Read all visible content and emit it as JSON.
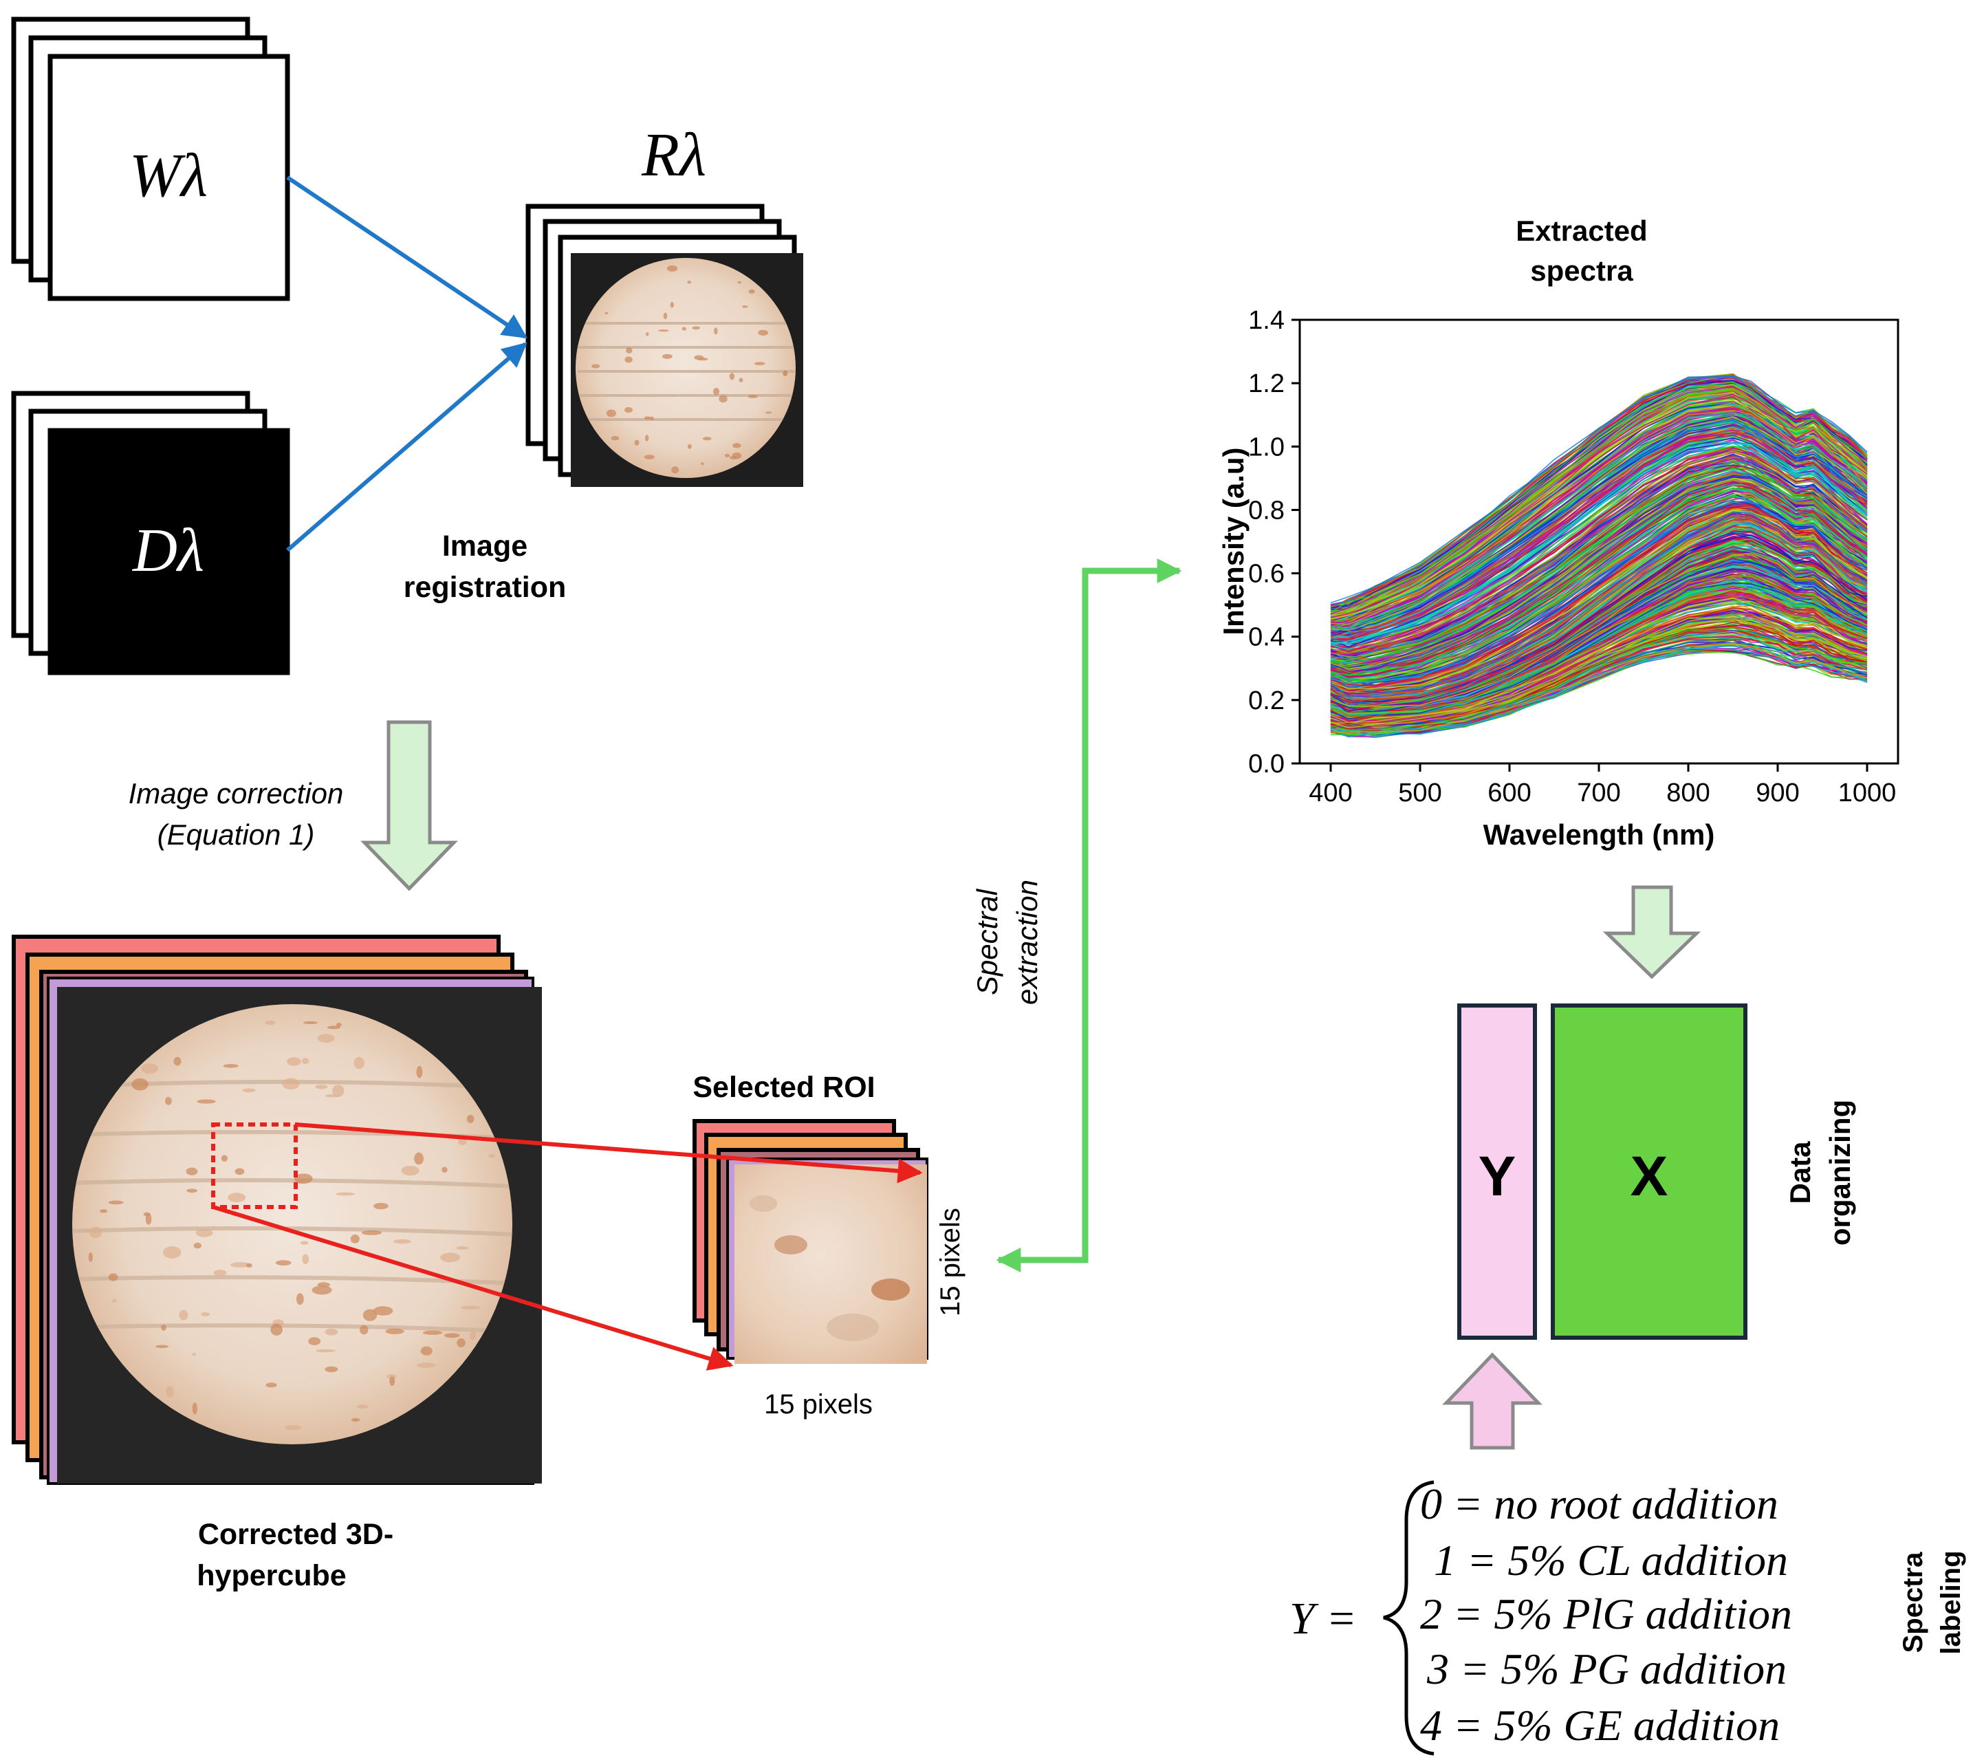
{
  "frames": {
    "white": {
      "symbol": "Wλ"
    },
    "dark": {
      "symbol": "Dλ"
    },
    "registered": {
      "symbol": "Rλ"
    }
  },
  "labels": {
    "image_registration": [
      "Image",
      "registration"
    ],
    "image_correction": [
      "Image correction",
      "(Equation 1)"
    ],
    "hypercube": [
      "Corrected 3D-",
      "hypercube"
    ],
    "roi": "Selected ROI",
    "pixels_h": "15 pixels",
    "pixels_v": "15 pixels",
    "spectral_extraction": [
      "Spectral",
      "extraction"
    ],
    "data_organizing": [
      "Data",
      "organizing"
    ],
    "spectra_labeling": [
      "Spectra",
      "labeling"
    ],
    "matrix_y": "Y",
    "matrix_x": "X"
  },
  "equation": {
    "lhs": "Y =",
    "cases": [
      "0 = no root addition",
      "1 = 5% CL addition",
      "2 = 5% PlG addition",
      "3 = 5% PG addition",
      "4 = 5% GE addition"
    ]
  },
  "colors": {
    "arrow_blue": "#1f78c8",
    "arrow_red": "#e8211d",
    "arrow_green": "#5fd35f",
    "block_arrow_green": "#d5f2d2",
    "block_arrow_pink": "#f6c9e9",
    "matrix_y": "#f9d0ee",
    "matrix_x": "#69d243",
    "cube_layers": [
      "#f47c7c",
      "#f5a352",
      "#b06a78"
    ]
  },
  "chart_data": {
    "type": "line",
    "title": [
      "Extracted",
      "spectra"
    ],
    "xlabel": "Wavelength (nm)",
    "ylabel": "Intensity (a.u)",
    "xlim": [
      400,
      1000
    ],
    "ylim": [
      0,
      1.4
    ],
    "xticks": [
      "400",
      "500",
      "600",
      "700",
      "800",
      "900",
      "1000"
    ],
    "yticks": [
      "0.0",
      "0.2",
      "0.4",
      "0.6",
      "0.8",
      "1.0",
      "1.2",
      "1.4"
    ],
    "grid": false,
    "legend": "none",
    "series_count": 800,
    "x": [
      400,
      420,
      450,
      500,
      550,
      600,
      650,
      700,
      750,
      800,
      850,
      870,
      900,
      920,
      940,
      960,
      980,
      1000
    ],
    "series_envelope": [
      {
        "name": "",
        "values": [
          0.5,
          0.52,
          0.56,
          0.63,
          0.73,
          0.84,
          0.95,
          1.06,
          1.16,
          1.22,
          1.23,
          1.2,
          1.14,
          1.1,
          1.12,
          1.07,
          1.03,
          0.98
        ]
      },
      {
        "name": "",
        "values": [
          0.23,
          0.2,
          0.2,
          0.22,
          0.26,
          0.32,
          0.4,
          0.5,
          0.6,
          0.7,
          0.76,
          0.76,
          0.72,
          0.68,
          0.68,
          0.63,
          0.58,
          0.55
        ]
      },
      {
        "name": "",
        "values": [
          0.1,
          0.09,
          0.09,
          0.1,
          0.12,
          0.16,
          0.21,
          0.27,
          0.32,
          0.35,
          0.35,
          0.34,
          0.32,
          0.3,
          0.3,
          0.28,
          0.27,
          0.26
        ]
      }
    ]
  }
}
